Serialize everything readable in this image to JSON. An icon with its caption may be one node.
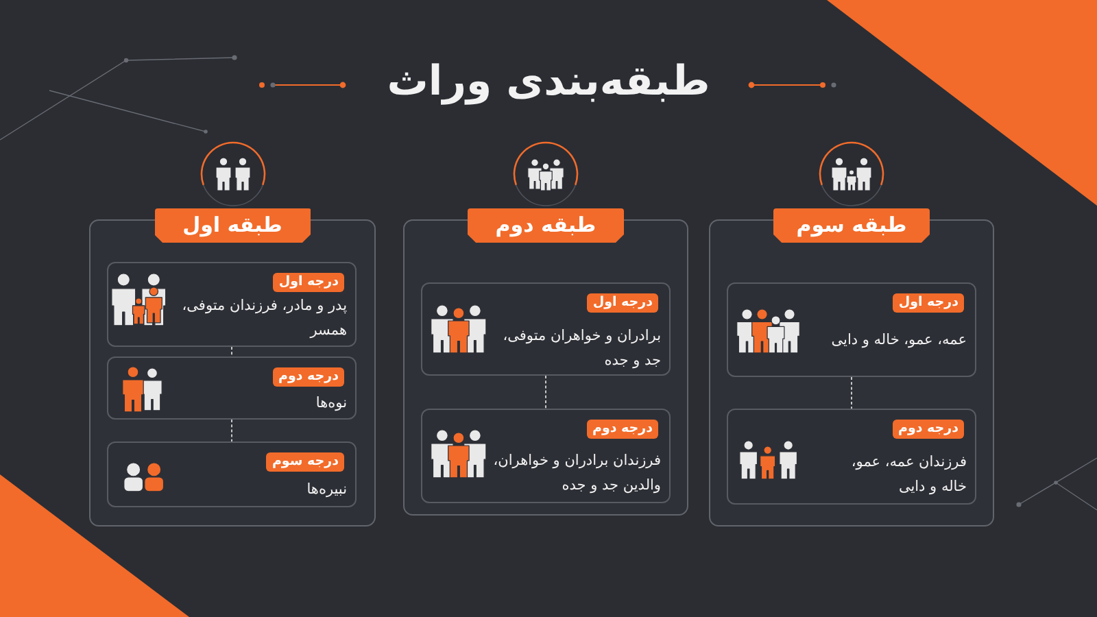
{
  "diagram": {
    "title": "طبقه‌بندی وراث",
    "nodes": [
      {
        "text": [
          "طبقه اول"
        ]
      },
      {
        "text": [
          "درجه اول",
          "پدر و مادر، فرزندان متوفی، همسر"
        ],
        "in": 0
      },
      {
        "text": [
          "درجه دوم",
          "نوه‌ها"
        ],
        "in": 0
      },
      {
        "text": [
          "درجه سوم",
          "نبیره‌ها"
        ],
        "in": 0
      },
      {
        "text": [
          "طبقه دوم"
        ]
      },
      {
        "text": [
          "درجه اول",
          "برادران و خواهران متوفی، جد و جده"
        ],
        "in": 4
      },
      {
        "text": [
          "درجه دوم",
          "فرزندان برادران و خواهران، والدین جد و جده"
        ],
        "in": 4
      },
      {
        "text": [
          "طبقه سوم"
        ]
      },
      {
        "text": [
          "درجه اول",
          "عمه، عمو، خاله و دایی"
        ],
        "in": 7
      },
      {
        "text": [
          "درجه دوم",
          "فرزندان عمه، عمو، خاله و دایی"
        ],
        "in": 7
      }
    ],
    "edges": [
      {
        "from": 1,
        "to": 2,
        "arrow": "none",
        "style": "dashed"
      },
      {
        "from": 2,
        "to": 3,
        "arrow": "none",
        "style": "dashed"
      },
      {
        "from": 5,
        "to": 6,
        "arrow": "none",
        "style": "dashed"
      },
      {
        "from": 8,
        "to": 9,
        "arrow": "none",
        "style": "dashed"
      }
    ]
  }
}
